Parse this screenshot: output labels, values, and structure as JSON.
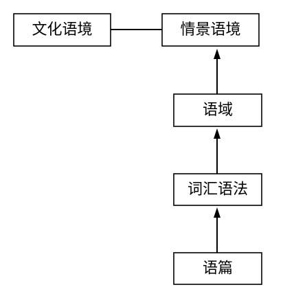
{
  "diagram": {
    "nodes": {
      "cultural_context": "文化语境",
      "situational_context": "情景语境",
      "register": "语域",
      "lexicogrammar": "词汇语法",
      "discourse": "语篇"
    },
    "colors": {
      "stroke": "#000000",
      "background": "#ffffff",
      "text": "#000000"
    }
  }
}
